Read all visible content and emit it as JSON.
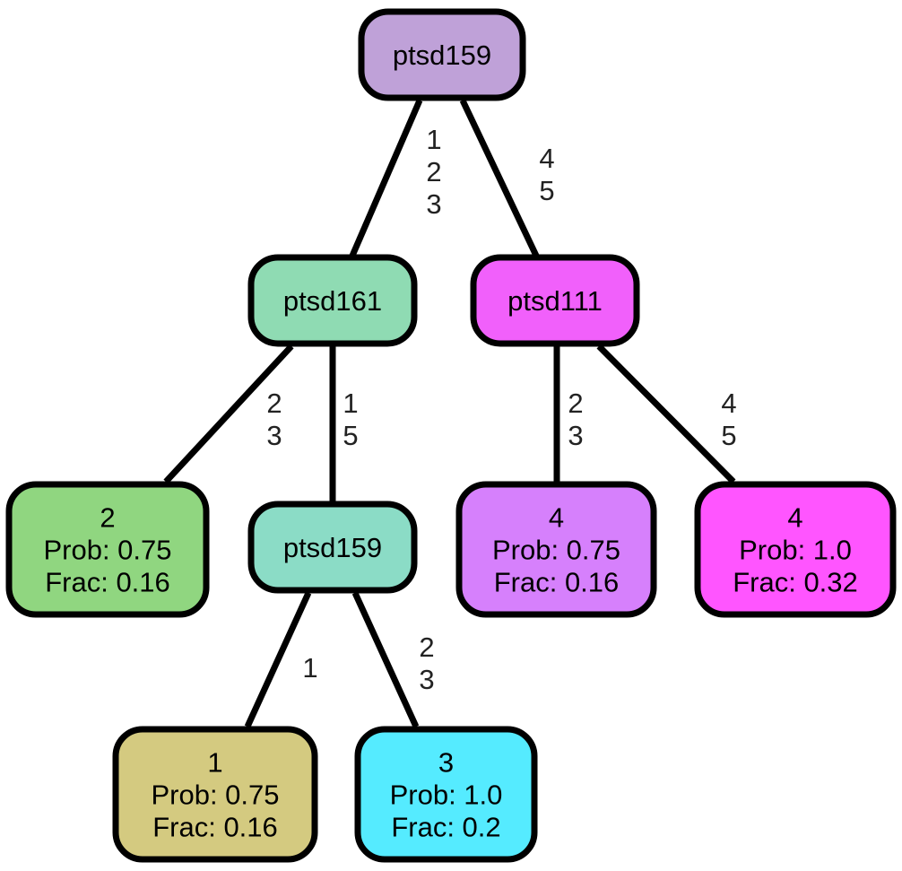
{
  "nodes": [
    {
      "id": "root",
      "kind": "split",
      "lines": [
        "ptsd159"
      ],
      "color": "#BFA1D8"
    },
    {
      "id": "n161",
      "kind": "split",
      "lines": [
        "ptsd161"
      ],
      "color": "#8FDBB3"
    },
    {
      "id": "n111",
      "kind": "split",
      "lines": [
        "ptsd111"
      ],
      "color": "#F160FB"
    },
    {
      "id": "leaf2",
      "kind": "leaf",
      "lines": [
        "2",
        "Prob: 0.75",
        "Frac: 0.16"
      ],
      "color": "#90D680"
    },
    {
      "id": "n159b",
      "kind": "split",
      "lines": [
        "ptsd159"
      ],
      "color": "#8BDCC6"
    },
    {
      "id": "leaf4a",
      "kind": "leaf",
      "lines": [
        "4",
        "Prob: 0.75",
        "Frac: 0.16"
      ],
      "color": "#D680FC"
    },
    {
      "id": "leaf4b",
      "kind": "leaf",
      "lines": [
        "4",
        "Prob: 1.0",
        "Frac: 0.32"
      ],
      "color": "#FF55FF"
    },
    {
      "id": "leaf1",
      "kind": "leaf",
      "lines": [
        "1",
        "Prob: 0.75",
        "Frac: 0.16"
      ],
      "color": "#D4CA80"
    },
    {
      "id": "leaf3",
      "kind": "leaf",
      "lines": [
        "3",
        "Prob: 1.0",
        "Frac: 0.2"
      ],
      "color": "#55EBFF"
    }
  ],
  "edges": [
    {
      "from": "root",
      "to": "n161",
      "label": [
        "1",
        "2",
        "3"
      ]
    },
    {
      "from": "root",
      "to": "n111",
      "label": [
        "4",
        "5"
      ]
    },
    {
      "from": "n161",
      "to": "leaf2",
      "label": [
        "2",
        "3"
      ]
    },
    {
      "from": "n161",
      "to": "n159b",
      "label": [
        "1",
        "5"
      ]
    },
    {
      "from": "n111",
      "to": "leaf4a",
      "label": [
        "2",
        "3"
      ]
    },
    {
      "from": "n111",
      "to": "leaf4b",
      "label": [
        "4",
        "5"
      ]
    },
    {
      "from": "n159b",
      "to": "leaf1",
      "label": [
        "1"
      ]
    },
    {
      "from": "n159b",
      "to": "leaf3",
      "label": [
        "2",
        "3"
      ]
    }
  ]
}
